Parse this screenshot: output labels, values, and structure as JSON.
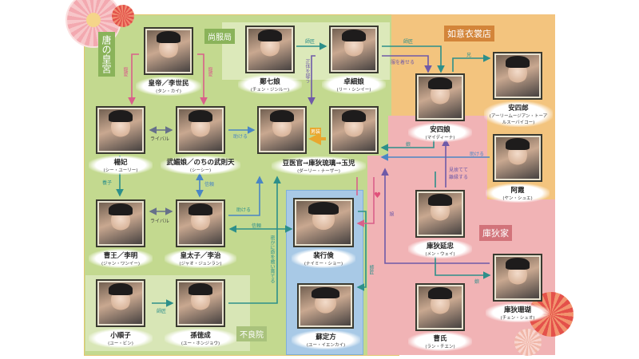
{
  "groups": {
    "palace": "唐の皇宮",
    "shangfu": "尚服局",
    "ruyi": "如意衣裳店",
    "kudi": "庫狄家",
    "buliang": "不良院"
  },
  "characters": [
    {
      "name": "皇帝／李世民",
      "actor": "(タン・カイ)"
    },
    {
      "name": "鄭七娘",
      "actor": "(チェン・ジンルー)"
    },
    {
      "name": "卓細娘",
      "actor": "(リー・シンイー)"
    },
    {
      "name": "安四郎",
      "actor": "(アーリームージアン・トーアルスーバイコー)"
    },
    {
      "name": "安四娘",
      "actor": "(マイディーナ)"
    },
    {
      "name": "阿霞",
      "actor": "(ヤン・シュエ)"
    },
    {
      "name": "楊妃",
      "actor": "(シー・ユーリー)"
    },
    {
      "name": "武媚娘／のちの武則天",
      "actor": "(シーシー)"
    },
    {
      "name": "豆医官→庫狄琉璃→玉児",
      "actor": "(ダーリー・ナーザー)"
    },
    {
      "name": "曹王／李明",
      "actor": "(ジャン・ワンイー)"
    },
    {
      "name": "皇太子／李治",
      "actor": "(ジャオ・ジュンラン)"
    },
    {
      "name": "裴行倹",
      "actor": "(ナイミー・ショー)"
    },
    {
      "name": "庫狄延忠",
      "actor": "(メン・ウェイ)"
    },
    {
      "name": "庫狄珊瑚",
      "actor": "(チェン・シュオ)"
    },
    {
      "name": "小順子",
      "actor": "(ユー・ビン)"
    },
    {
      "name": "孫徳成",
      "actor": "(ユー・ホンジョウ)"
    },
    {
      "name": "蘇定方",
      "actor": "(ユー・イエンカイ)"
    },
    {
      "name": "曹氏",
      "actor": "(ラン・チエン)"
    }
  ],
  "relations": {
    "favor1": "寵愛",
    "favor2": "寵愛",
    "master_zheng": "師匠",
    "suspect": "正体を疑う",
    "master_zhuo": "師匠",
    "dress": "服を着せる",
    "brother": "兄",
    "rival1": "ライバル",
    "rival2": "ライバル",
    "help_wu": "助ける",
    "disguise": "男装",
    "adopted": "養子",
    "trust_wu": "信頼",
    "help_li": "助ける",
    "trust_pei": "信頼",
    "save": "密かに命を救い育てる",
    "master_sun": "師匠",
    "master_pei": "師匠",
    "heart": "♥",
    "daughter_an": "娘",
    "help_xia": "助ける",
    "abandon": "見捨てて離縁する",
    "daughter_li": "娘",
    "daughter_shanhu": "娘"
  },
  "colors": {
    "green": "#c3d98f",
    "orange": "#f3c47e",
    "pink": "#f1b3b5",
    "blue": "#a8c9e6",
    "teal": "#2d8f8a",
    "pinkline": "#d9608a",
    "purple": "#6f5aa8",
    "bluearrow": "#4a86c4"
  }
}
